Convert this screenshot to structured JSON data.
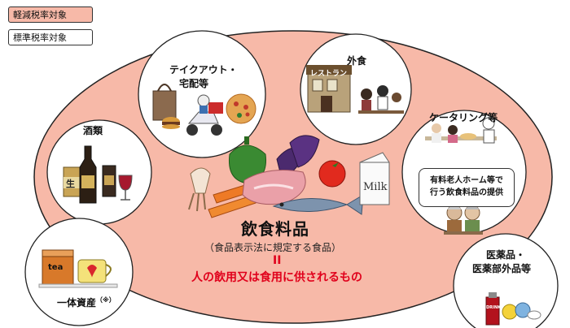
{
  "legend": {
    "reduced": "軽減税率対象",
    "standard": "標準税率対象",
    "reduced_color": "#f7b9a8",
    "standard_color": "#ffffff"
  },
  "categories": {
    "takeout_line1": "テイクアウト・",
    "takeout_line2": "宅配等",
    "dining_out": "外食",
    "catering": "ケータリング等",
    "nursing_home_line1": "有料老人ホーム等で",
    "nursing_home_line2": "行う飲食料品の提供",
    "alcohol": "酒類",
    "bundled_assets": "一体資産",
    "bundled_assets_note": "（※）",
    "pharma_line1": "医薬品・",
    "pharma_line2": "医薬部外品等"
  },
  "center": {
    "title": "飲食料品",
    "subtitle": "（食品表示法に規定する食品）",
    "equals": "II",
    "definition": "人の飲用又は食用に供されるもの"
  },
  "pictures": {
    "milk_label": "Milk",
    "tea_label": "tea",
    "bottle_label": "生",
    "sign_label": "レストラン",
    "drink_label": "DRINK"
  },
  "colors": {
    "ellipse_fill": "#f7b9a8",
    "ellipse_stroke": "#222222",
    "definition_text": "#e0001b"
  }
}
